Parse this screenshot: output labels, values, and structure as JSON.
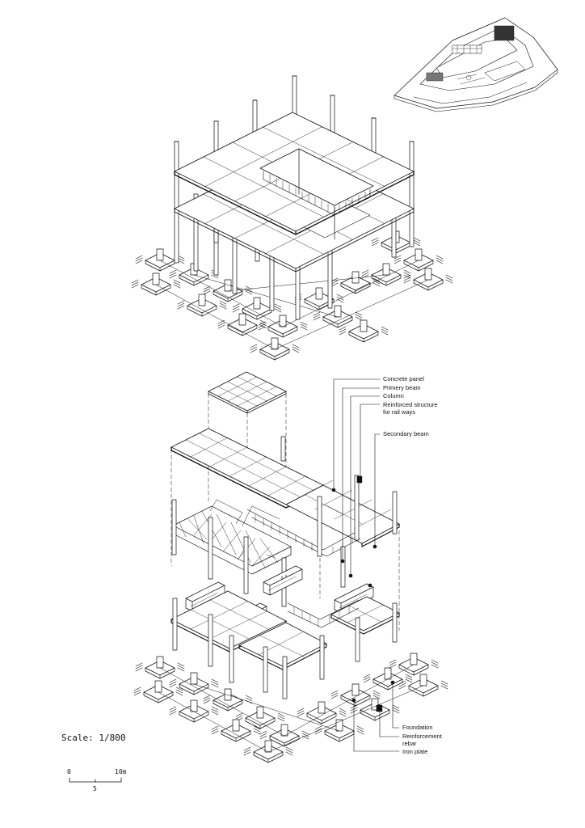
{
  "labels": {
    "concrete_panel": "Concrete panel",
    "primary_beam": "Primery beam",
    "column": "Column",
    "reinforced_1": "Reinforced structure",
    "reinforced_2": "for rail ways",
    "secondary_beam": "Secondary beam",
    "foundation": "Foundation",
    "rebar_1": "Reinforcement",
    "rebar_2": "rebar",
    "iron_plate": "Iron plate"
  },
  "scale": {
    "text": "Scale: 1/800",
    "tick_start": "0",
    "tick_mid": "5",
    "tick_end": "10m"
  }
}
